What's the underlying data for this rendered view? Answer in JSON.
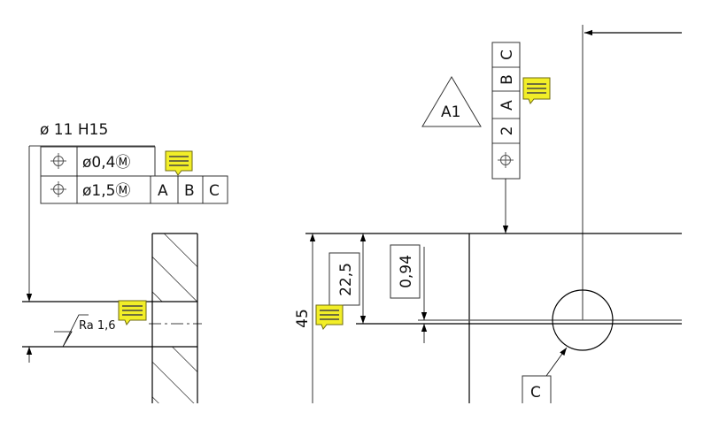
{
  "left_view": {
    "hole_callout": "ø 11 H15",
    "fcf_row1": {
      "symbol": "position-icon",
      "tolerance": "ø0,4Ⓜ"
    },
    "fcf_row2": {
      "symbol": "position-icon",
      "tolerance": "ø1,5Ⓜ",
      "datums": [
        "A",
        "B",
        "C"
      ]
    },
    "surface_finish": "Ra 1,6"
  },
  "right_view": {
    "datum_target": "A1",
    "fcf_vertical": {
      "symbol": "position-icon",
      "tolerance": "2",
      "datums": [
        "A",
        "B",
        "C"
      ]
    },
    "dim_total": "45",
    "dim_half": "22,5",
    "dim_small": "0,94",
    "datum_feature": "C"
  },
  "colors": {
    "note": "#f2ee28",
    "line": "#000000"
  }
}
